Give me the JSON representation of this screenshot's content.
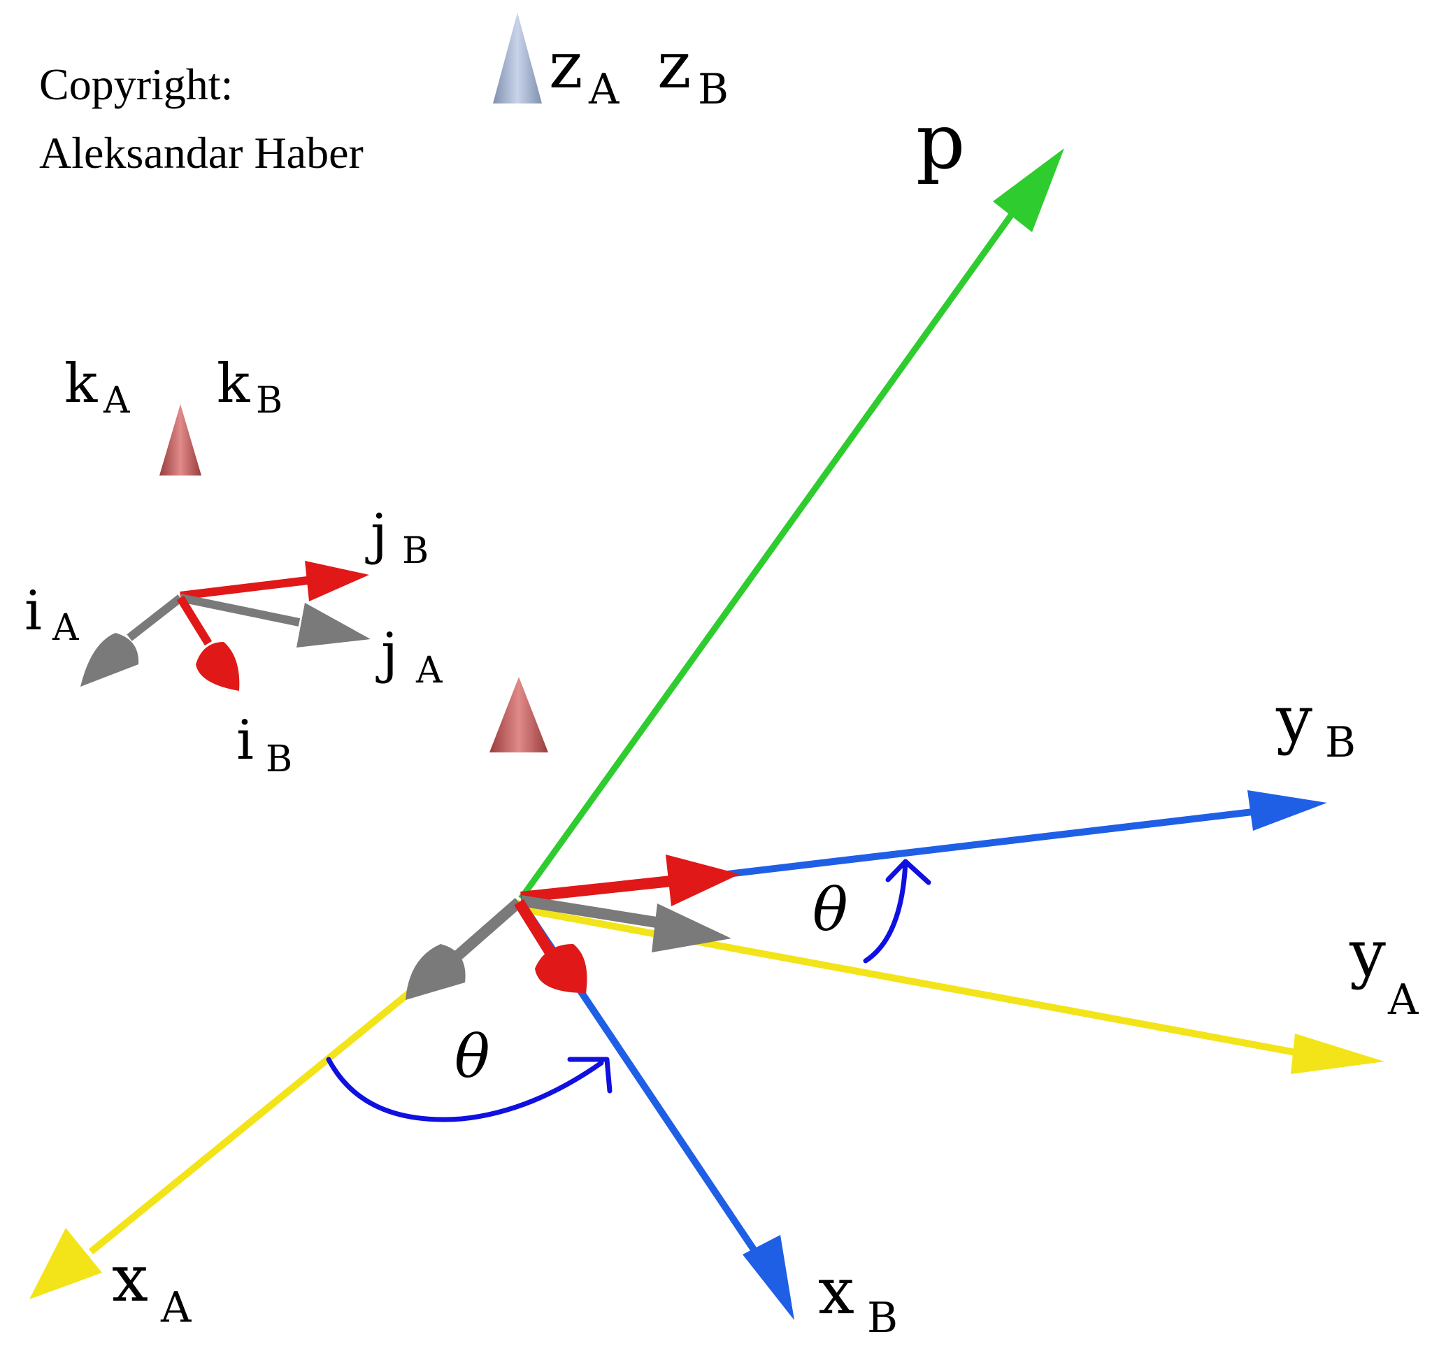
{
  "copyright": {
    "line1": "Copyright:",
    "line2": "Aleksandar Haber"
  },
  "labels": {
    "z_axes": {
      "z_A_main": "z",
      "z_A_sub": "A",
      "z_B_main": "z",
      "z_B_sub": "B"
    },
    "p": "p",
    "y_B": {
      "main": "y",
      "sub": "B"
    },
    "y_A": {
      "main": "y",
      "sub": "A"
    },
    "x_A": {
      "main": "x",
      "sub": "A"
    },
    "x_B": {
      "main": "x",
      "sub": "B"
    },
    "theta_xy": "θ",
    "theta_yy": "θ",
    "k_A": {
      "main": "k",
      "sub": "A"
    },
    "k_B": {
      "main": "k",
      "sub": "B"
    },
    "j_B": {
      "main": "j",
      "sub": "B"
    },
    "j_A": {
      "main": "j",
      "sub": "A"
    },
    "i_A": {
      "main": "i",
      "sub": "A"
    },
    "i_B": {
      "main": "i",
      "sub": "B"
    }
  },
  "colors": {
    "z_axis": "#9fb0d0",
    "p_vector": "#2ecc2e",
    "frame_A_axis": "#f2e418",
    "frame_B_axis": "#1f5fe6",
    "unit_A": "#7a7a7a",
    "unit_B": "#e01818",
    "k_unit": "#c85a5a",
    "angle_arc": "#1010e0"
  }
}
